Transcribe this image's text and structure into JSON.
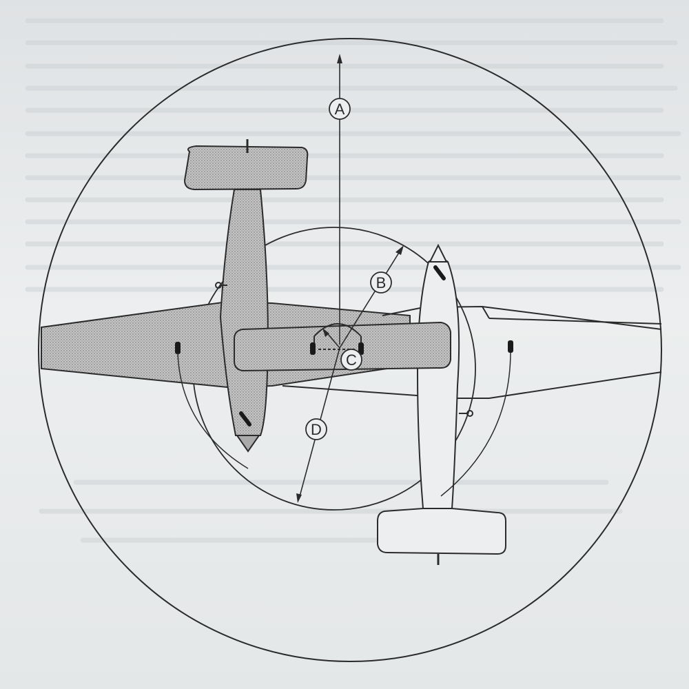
{
  "diagram": {
    "title": "",
    "colors": {
      "paper": "#e9ebec",
      "ink": "#2b2b2b",
      "aircraft_fill": "#bdbdbd",
      "ghost_text": "#cdd1d3"
    },
    "callouts": {
      "a": "A",
      "b": "B",
      "c": "C",
      "d": "D"
    }
  }
}
